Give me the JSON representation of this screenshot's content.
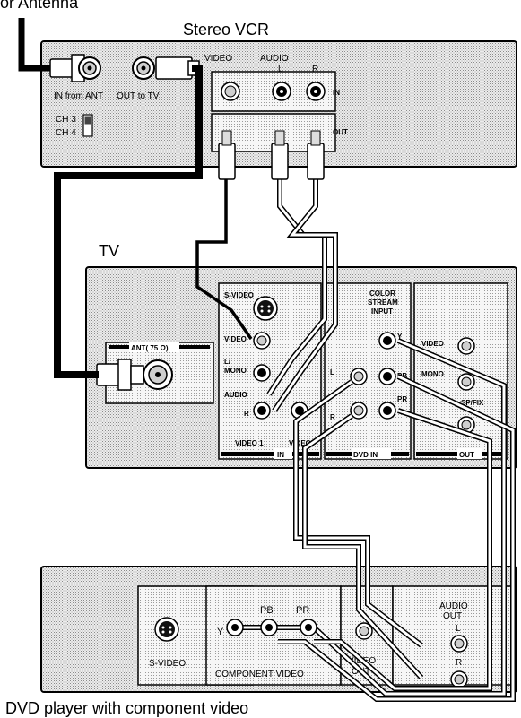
{
  "labels": {
    "antenna": "or Antenna",
    "vcr_title": "Stereo VCR",
    "tv_title": "TV",
    "dvd_title": "DVD player with component video"
  },
  "vcr": {
    "ant_in": "IN from ANT",
    "out_tv": "OUT to TV",
    "video": "VIDEO",
    "audio": "AUDIO",
    "l": "L",
    "r": "R",
    "in": "IN",
    "out": "OUT",
    "ch3": "CH 3",
    "ch4": "CH 4"
  },
  "tv": {
    "svideo": "S-VIDEO",
    "video": "VIDEO",
    "lmono_1": "L/",
    "lmono_2": "MONO",
    "audio": "AUDIO",
    "r": "R",
    "video1": "VIDEO 1",
    "video2": "VIDEO",
    "in": "IN",
    "color_1": "COLOR",
    "color_2": "STREAM",
    "color_3": "INPUT",
    "y": "Y",
    "pb": "PB",
    "pr": "PR",
    "l": "L",
    "r2": "R",
    "dvd_in": "DVD IN",
    "out_video": "VIDEO",
    "out_mono": "MONO",
    "out_spfix": "SP/FIX",
    "out": "OUT",
    "ant": "ANT( 75 Ω)"
  },
  "dvd": {
    "svideo": "S-VIDEO",
    "y": "Y",
    "pb": "PB",
    "pr": "PR",
    "component": "COMPONENT VIDEO",
    "video": "VIDEO",
    "out": "OUT",
    "audio": "AUDIO",
    "audio_out": "OUT",
    "l": "L",
    "r": "R"
  }
}
